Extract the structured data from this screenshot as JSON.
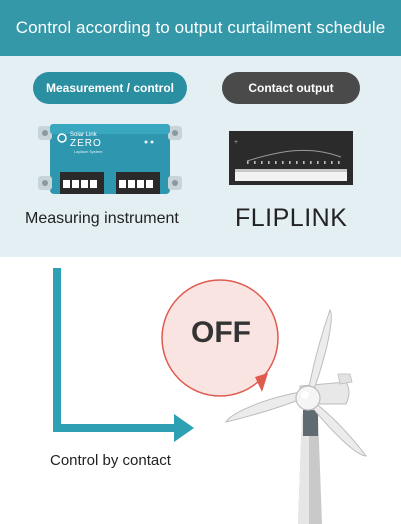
{
  "header": {
    "title": "Control according to output curtailment schedule"
  },
  "labels": {
    "measurement_control": "Measurement / control",
    "contact_output": "Contact output",
    "measuring_instrument": "Measuring instrument",
    "fliplink": "FLIPLINK",
    "off": "OFF",
    "control_by_contact": "Control by contact"
  },
  "device_logo": {
    "line1": "Solar Link",
    "line2": "ZERO",
    "line3": "Laplace System"
  },
  "colors": {
    "header": "#3498a8",
    "panel": "#e3eff3",
    "accent_teal": "#2ea0b4",
    "pill_dark": "#4a4a4a",
    "bubble_fill": "#f9e4e2",
    "bubble_stroke": "#e05a4e"
  }
}
